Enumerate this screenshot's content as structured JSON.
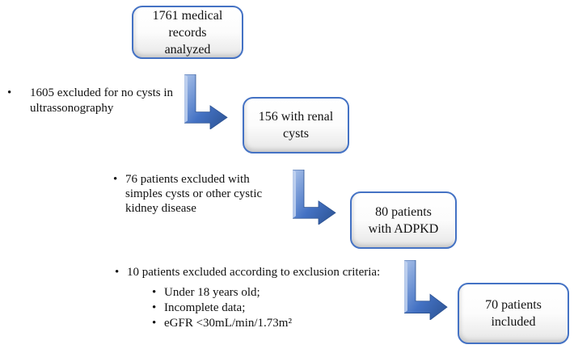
{
  "flow": {
    "boxes": [
      {
        "label": "1761 medical\nrecords\nanalyzed"
      },
      {
        "label": "156 with renal\ncysts"
      },
      {
        "label": "80 patients\nwith ADPKD"
      },
      {
        "label": "70 patients\nincluded"
      }
    ],
    "exclusions": [
      {
        "marker": "•",
        "text": "1605 excluded for no cysts in\nultrassonography",
        "subs": []
      },
      {
        "marker": "•",
        "text": "76 patients excluded with\nsimples cysts or other cystic\nkidney disease",
        "subs": []
      },
      {
        "marker": "•",
        "text": "10 patients excluded according to exclusion criteria:",
        "subs": [
          {
            "marker": "•",
            "text": "Under 18 years old;"
          },
          {
            "marker": "•",
            "text": "Incomplete data;"
          },
          {
            "marker": "•",
            "text": "eGFR <30mL/min/1.73m²"
          }
        ]
      }
    ],
    "colors": {
      "box_border": "#4472C4",
      "arrow_light": "#A9C1E9",
      "arrow_mid": "#4472C4",
      "arrow_dark": "#2B5190",
      "text": "#111111",
      "background": "#ffffff"
    }
  }
}
